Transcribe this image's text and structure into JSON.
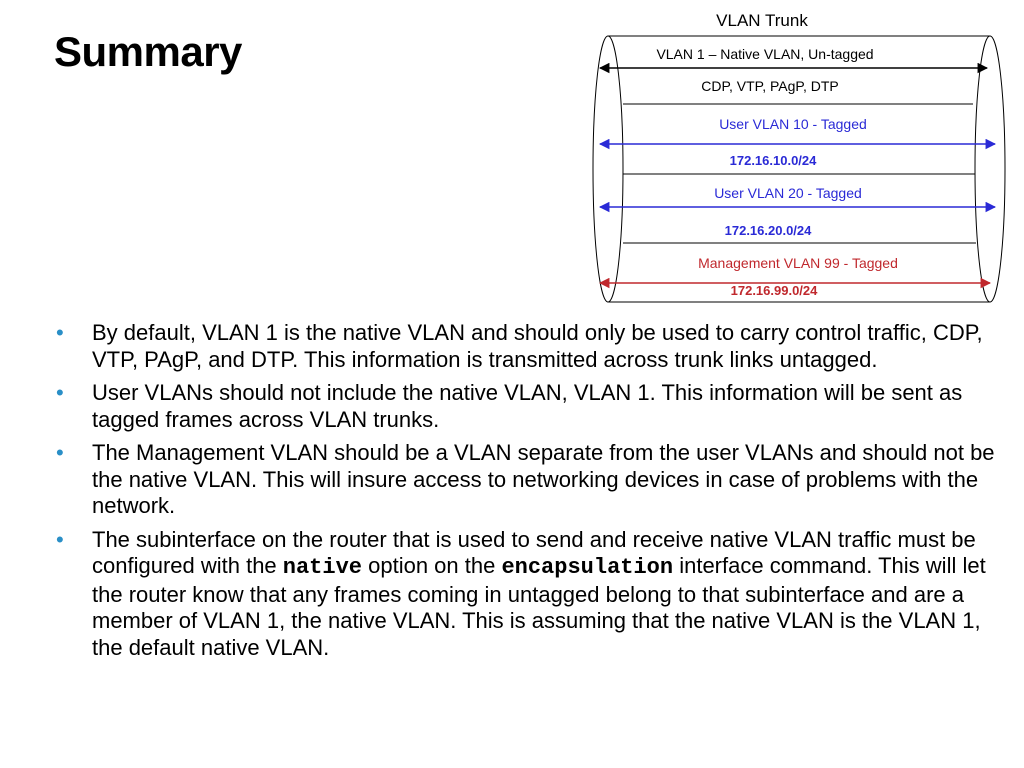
{
  "title": "Summary",
  "diagram": {
    "title": "VLAN Trunk",
    "lanes": [
      {
        "label": "VLAN 1 – Native VLAN, Un-tagged",
        "color": "#000000"
      },
      {
        "label": "CDP, VTP, PAgP, DTP",
        "color": "#000000"
      },
      {
        "label": "User VLAN 10 - Tagged",
        "subnet": "172.16.10.0/24",
        "color": "#2a2ad6"
      },
      {
        "label": "User VLAN 20 - Tagged",
        "subnet": "172.16.20.0/24",
        "color": "#2a2ad6"
      },
      {
        "label": "Management VLAN 99 - Tagged",
        "subnet": "172.16.99.0/24",
        "color": "#c0282d"
      }
    ]
  },
  "bullets": [
    {
      "text": "By default, VLAN 1 is the native VLAN and should only be used to carry control traffic, CDP, VTP, PAgP, and DTP.  This information is transmitted across trunk links untagged."
    },
    {
      "text": "User VLANs should not include the native VLAN, VLAN 1.  This information will be sent as tagged frames across VLAN trunks."
    },
    {
      "text": "The Management VLAN should be a VLAN separate from the user VLANs and should not be the native VLAN.  This will insure access to networking devices in case of problems with the network."
    },
    {
      "part1": "The subinterface on the router that is used to send and receive native VLAN traffic must be configured with the ",
      "code1": "native",
      "part2": " option on the ",
      "code2": "encapsulation",
      "part3": " interface command.  This will let the router know that any frames coming in untagged belong to that subinterface and are a member of VLAN 1, the native VLAN.  This is assuming that the native VLAN is the VLAN 1, the default native VLAN."
    }
  ],
  "bullet_symbol": "•",
  "colors": {
    "bullet": "#2a8fc7",
    "user_vlan": "#2a2ad6",
    "mgmt_vlan": "#c0282d"
  }
}
